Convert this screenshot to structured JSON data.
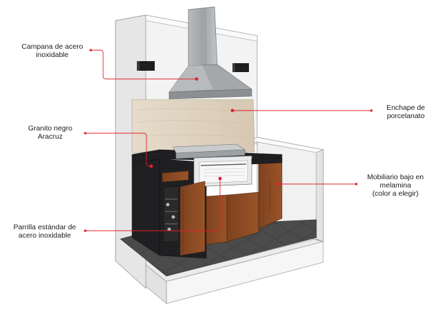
{
  "callouts": {
    "hood": {
      "lines": [
        "Campana de acero",
        "inoxidable"
      ]
    },
    "granite": {
      "lines": [
        "Granito negro",
        "Aracruz"
      ]
    },
    "grill": {
      "lines": [
        "Parrilla estándar de",
        "acero inoxidable"
      ]
    },
    "tile": {
      "lines": [
        "Enchape de",
        "porcelanato"
      ]
    },
    "furniture": {
      "lines": [
        "Mobiliario bajo en",
        "melamina",
        "(color a elegir)"
      ]
    }
  },
  "colors": {
    "callout_line": "#e0202a",
    "steel": "#a9acaf",
    "granite": "#1c1c1e",
    "wood": "#8a4a22",
    "tile": "#ddd0bc",
    "floor": "#4a4a4a",
    "wall": "#f4f4f4"
  }
}
